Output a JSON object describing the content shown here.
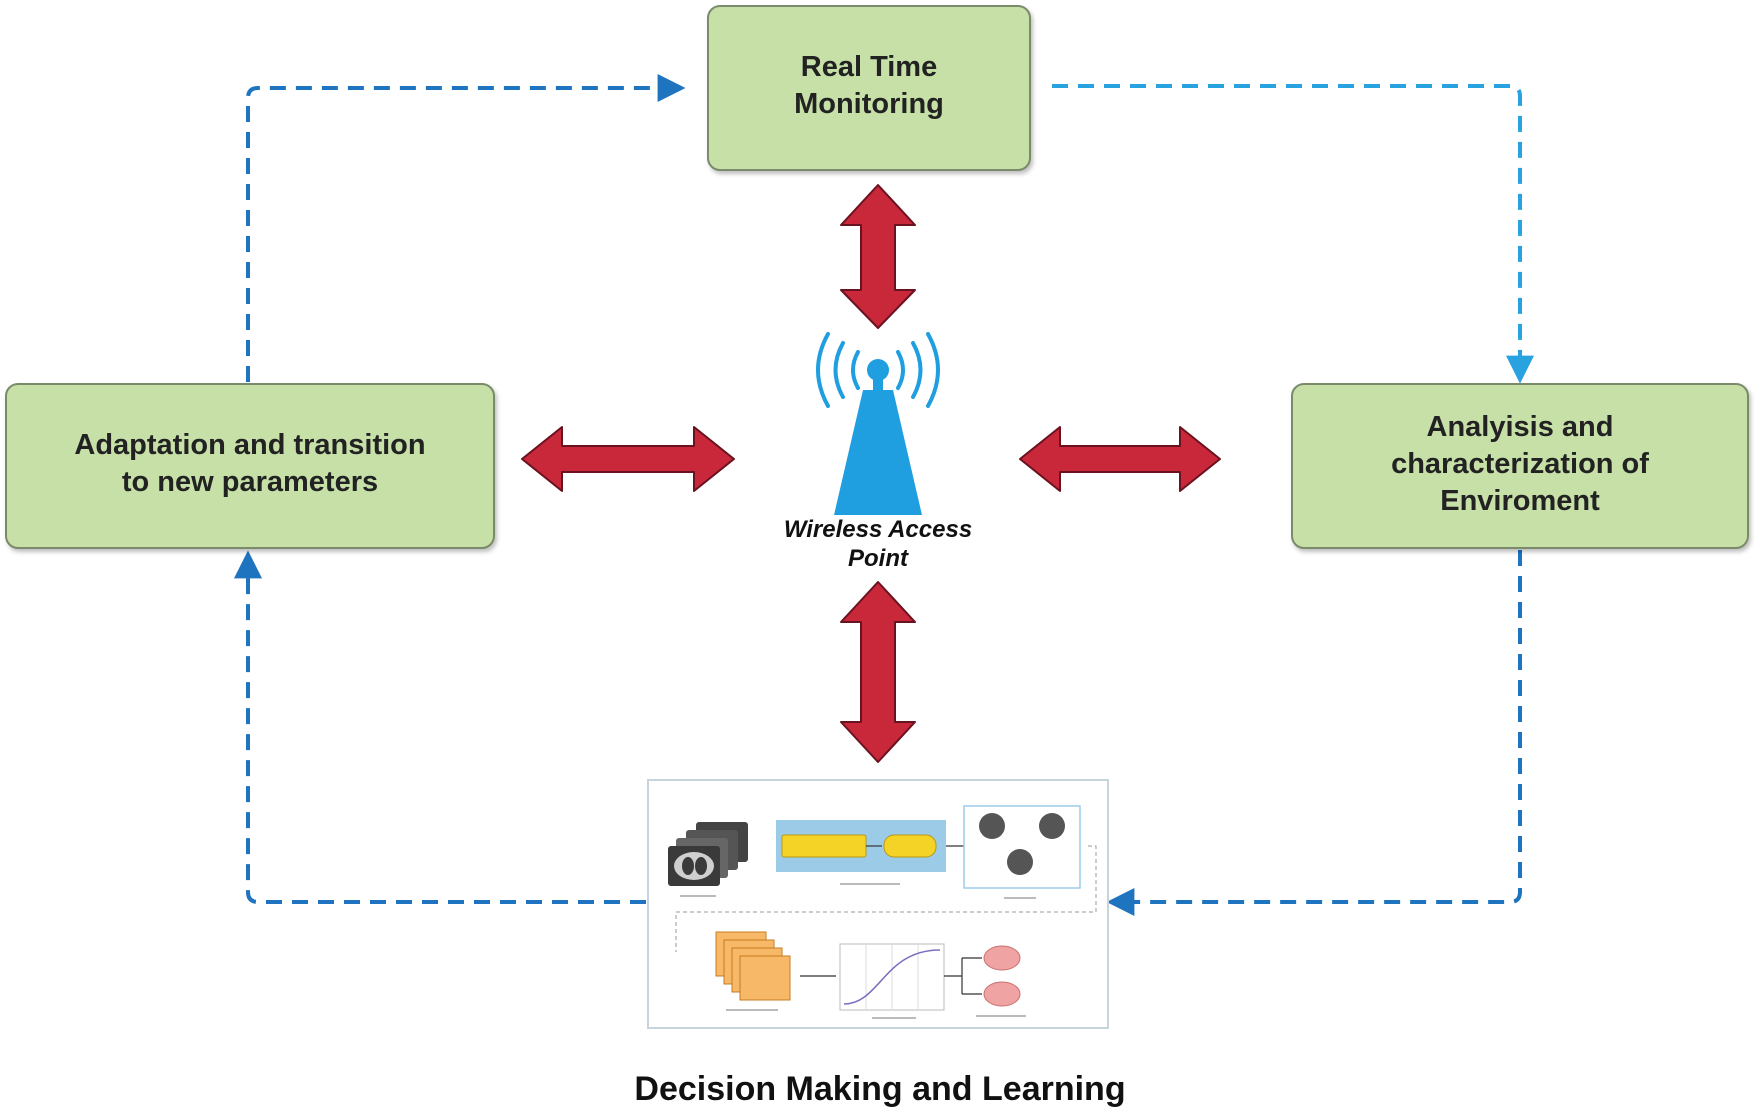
{
  "nodes": {
    "monitoring": {
      "line1": "Real Time",
      "line2": "Monitoring"
    },
    "adaptation": {
      "line1": "Adaptation and transition",
      "line2": "to new parameters"
    },
    "analysis": {
      "line1": "Analyisis and",
      "line2": "characterization of",
      "line3": "Enviroment"
    }
  },
  "access_point": {
    "line1": "Wireless Access",
    "line2": "Point"
  },
  "decision": {
    "caption": "Decision Making and Learning"
  },
  "colors": {
    "box_fill": "#c6e0a8",
    "box_stroke": "#7a8a6a",
    "arrow_red": "#c9283a",
    "dashed_blue_dark": "#1f74bf",
    "dashed_blue_light": "#29a3e0",
    "antenna_blue": "#1f9ee0",
    "pipeline_yellow": "#f5d226",
    "pipeline_blue": "#9ccbe8",
    "cnn_orange": "#f7b867",
    "result_pink": "#f0a3a3"
  }
}
